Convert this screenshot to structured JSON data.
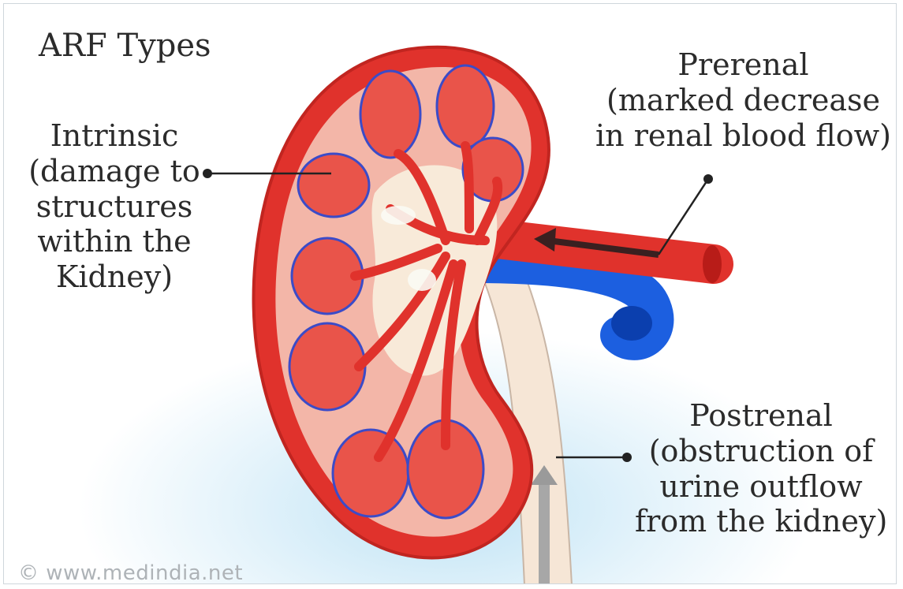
{
  "title": "ARF Types",
  "labels": {
    "intrinsic": [
      "Intrinsic",
      "(damage to",
      "structures",
      "within the",
      "Kidney)"
    ],
    "prerenal": [
      "Prerenal",
      "(marked decrease",
      "in renal blood flow)"
    ],
    "postrenal": [
      "Postrenal",
      "(obstruction of",
      "urine outflow",
      "from the kidney)"
    ]
  },
  "watermark": "© www.medindia.net",
  "colors": {
    "kidney_red": "#e0322c",
    "vein_blue": "#1c5fe0",
    "background_blue": "#bfe3f5"
  }
}
